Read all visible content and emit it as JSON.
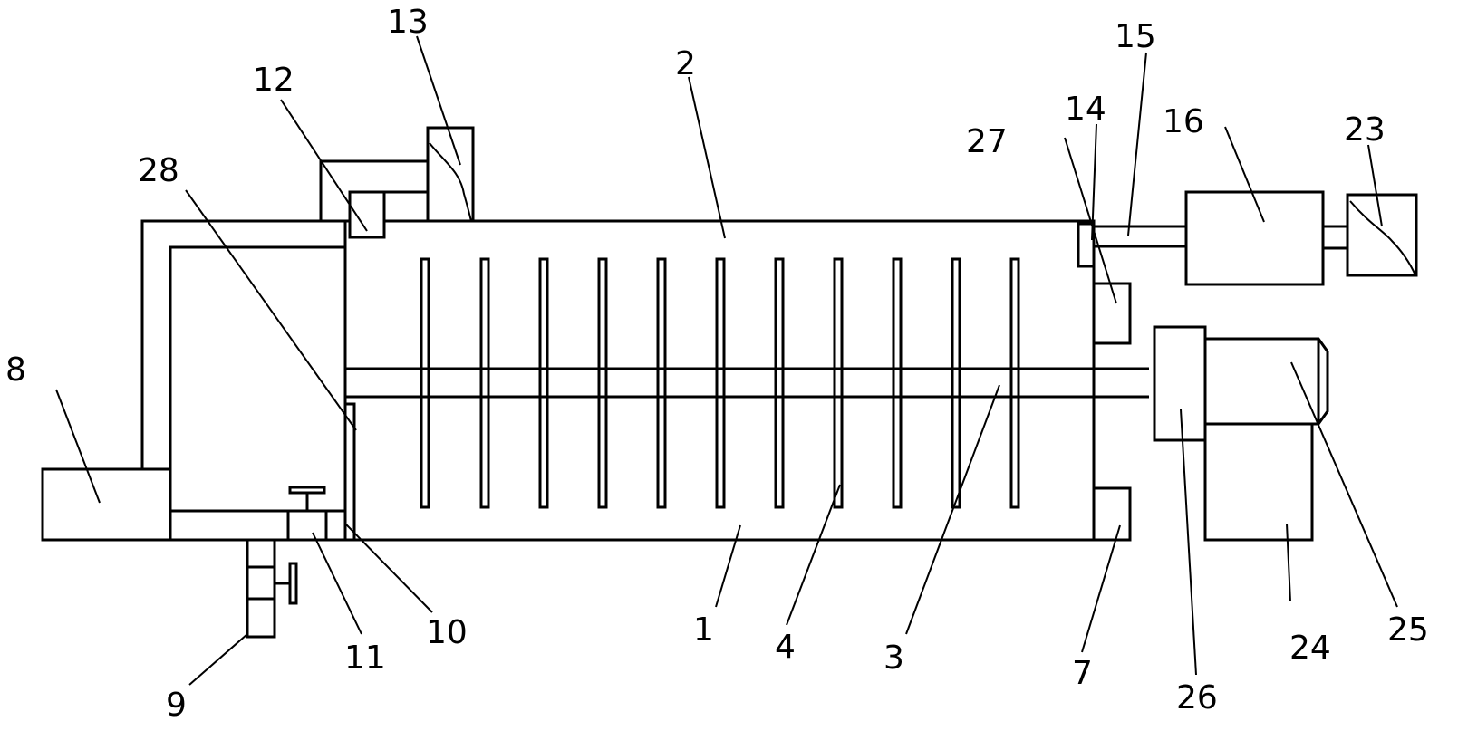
{
  "labels": {
    "l1": "1",
    "l2": "2",
    "l3": "3",
    "l4": "4",
    "l7": "7",
    "l8": "8",
    "l9": "9",
    "l10": "10",
    "l11": "11",
    "l12": "12",
    "l13": "13",
    "l14": "14",
    "l15": "15",
    "l16": "16",
    "l23": "23",
    "l24": "24",
    "l25": "25",
    "l26": "26",
    "l27": "27",
    "l28": "28"
  }
}
